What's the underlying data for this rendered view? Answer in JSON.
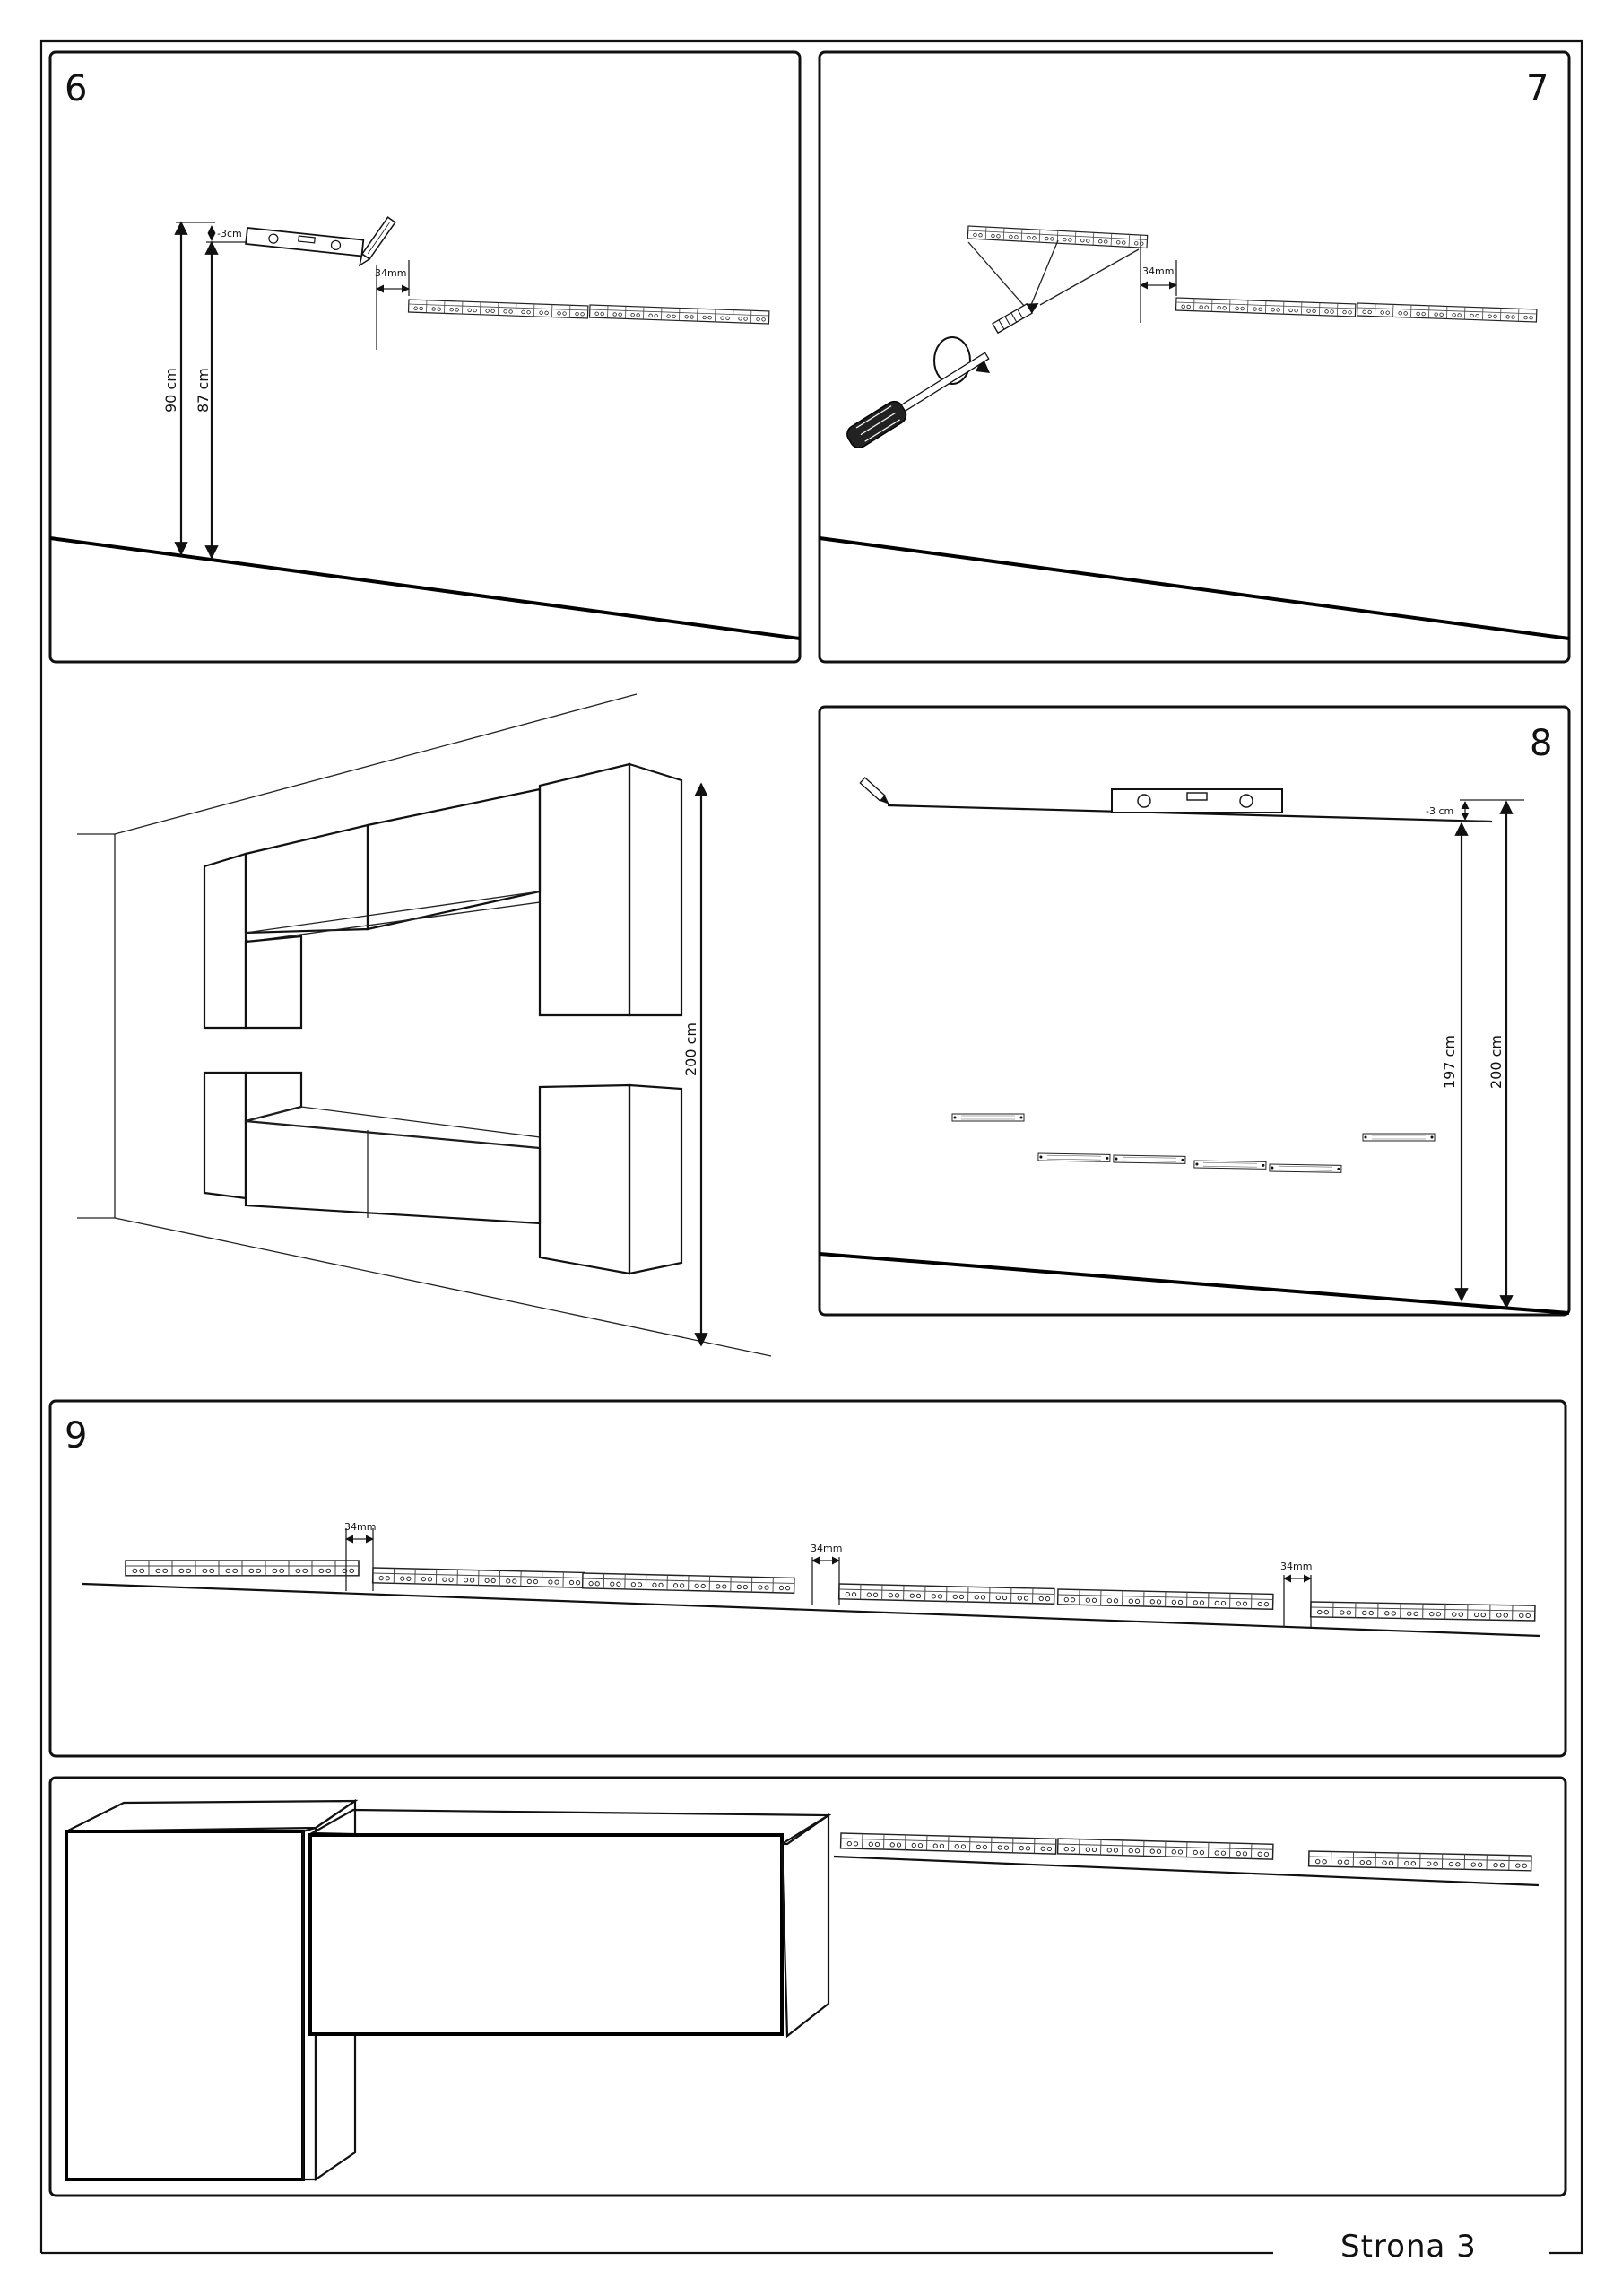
{
  "page": {
    "footer": "Strona 3"
  },
  "steps": {
    "s6": {
      "number": "6",
      "dim_total": "90 cm",
      "dim_mount": "87 cm",
      "dim_offset": "-3cm",
      "dim_gap": "34mm"
    },
    "s7": {
      "number": "7",
      "dim_gap": "34mm"
    },
    "overview": {
      "dim_height": "200 cm"
    },
    "s8": {
      "number": "8",
      "dim_offset": "-3 cm",
      "dim_mount": "197 cm",
      "dim_total": "200 cm"
    },
    "s9": {
      "number": "9",
      "gap1": "34mm",
      "gap2": "34mm",
      "gap3": "34mm"
    }
  },
  "icons": [
    "spirit-level-icon",
    "pencil-icon",
    "screwdriver-icon",
    "screw-icon",
    "rotate-arrow-icon",
    "mounting-rail-icon",
    "cabinet-icon"
  ]
}
